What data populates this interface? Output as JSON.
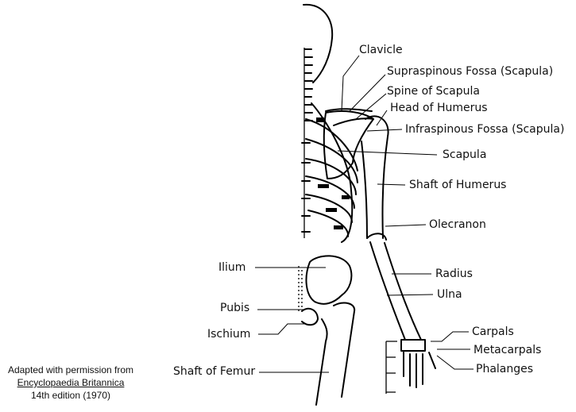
{
  "labels": {
    "clavicle": "Clavicle",
    "supraspinous_fossa": "Supraspinous Fossa (Scapula)",
    "spine_of_scapula": "Spine of Scapula",
    "head_of_humerus": "Head of Humerus",
    "infraspinous_fossa": "Infraspinous Fossa (Scapula)",
    "scapula": "Scapula",
    "shaft_of_humerus": "Shaft of Humerus",
    "olecranon": "Olecranon",
    "radius": "Radius",
    "ulna": "Ulna",
    "carpals": "Carpals",
    "metacarpals": "Metacarpals",
    "phalanges": "Phalanges",
    "ilium": "Ilium",
    "pubis": "Pubis",
    "ischium": "Ischium",
    "shaft_of_femur": "Shaft of Femur"
  },
  "credit": {
    "line1": "Adapted with permission from",
    "line2": "Encyclopaedia Britannica",
    "line3": "14th edition  (1970)"
  }
}
